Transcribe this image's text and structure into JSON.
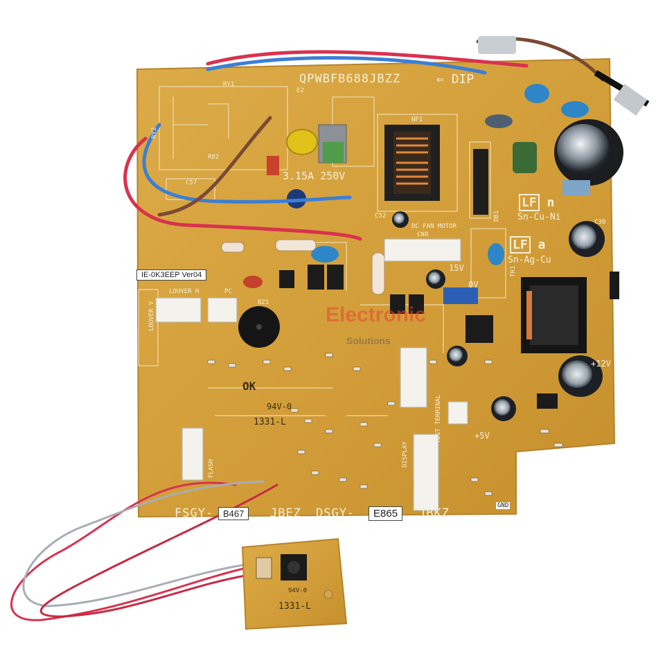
{
  "board": {
    "part_number": "QPWBFB688JBZZ",
    "dip_marker": "DIP",
    "fuse_rating": "3.15A 250V",
    "firmware_label": "IE-0K3EEP Ver04",
    "lf_n": {
      "badge": "LF",
      "suffix": "n",
      "alloy": "Sn-Cu-Ni"
    },
    "lf_a": {
      "badge": "LF",
      "suffix": "a",
      "alloy": "Sn-Ag-Cu"
    },
    "model_left": {
      "prefix": "FSGY-",
      "code": "B467",
      "suffix": "JBEZ"
    },
    "model_right": {
      "prefix": "DSGY-",
      "code": "E865",
      "suffix": "JBKZ"
    },
    "flame_rating": "94V-0",
    "date_code": "1331-L",
    "ok_mark": "OK",
    "voltage_15": "15V",
    "voltage_12": "+12V",
    "voltage_5": "+5V",
    "voltage_0": "0V",
    "gnd_label": "GND",
    "connector_labels": {
      "dc_fan_motor": "DC FAN MOTOR",
      "cn8": "CN8",
      "louver_h": "LOUVER H",
      "louver_v": "LOUVER V",
      "pc": "PC",
      "test_terminal": "TEST TERMINAL",
      "flash": "FLASH",
      "display": "DISPLAY"
    },
    "component_refs": {
      "ry1": "RY1",
      "ry2": "RY2",
      "nf1": "NF1",
      "c30": "C30",
      "c52": "C52",
      "bz1": "BZ1",
      "tr1": "TR1",
      "db1": "DB1",
      "e2": "E2",
      "r82": "R82",
      "c57": "C57"
    }
  },
  "switch_board": {
    "flame_rating": "94V-0",
    "date_code": "1331-L"
  },
  "watermark": {
    "line1": "Electronic",
    "line2": "Solutions"
  },
  "colors": {
    "pcb": "#d6a13c",
    "pcb_dark": "#c08a2a",
    "wire_red": "#d8324e",
    "wire_blue": "#3a7fd6",
    "wire_brown": "#7a4a35",
    "wire_grey": "#a9aeb4"
  }
}
